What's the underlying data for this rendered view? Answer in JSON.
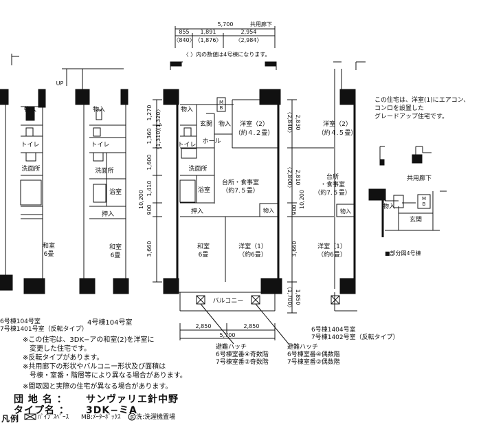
{
  "dims": {
    "top_total": "5,700",
    "top_corridor": "共用廊下",
    "top_a": "855",
    "top_a_alt": "〈840〉",
    "top_b": "1,891",
    "top_b_alt": "〈1,876〉",
    "top_c": "2,954",
    "top_c_alt": "〈2,984〉",
    "bracket_note": "〈 〉内の数値は4号棟になります。",
    "up": "UP",
    "left_1270": "1,270",
    "left_1360": "1,360",
    "left_1310": "〈1,310〉",
    "left_1320": "〈1,320〉",
    "left_1600": "1,600",
    "left_1410": "1,410",
    "left_10200": "10,200",
    "left_900": "900",
    "left_3660": "3,660",
    "right_2830": "2,830",
    "right_2840": "〈2,840〉",
    "right_2810": "2,810",
    "right_2800": "〈2,800〉",
    "right_10200": "10,200",
    "right_900": "900",
    "right_3660": "3,660",
    "right_1700": "〈1,700〉",
    "right_1850": "1,850",
    "bottom_a": "2,850",
    "bottom_b": "2,850",
    "bottom_total": "5,700"
  },
  "rooms": {
    "mono": "物入",
    "toilet": "トイレ",
    "senmen": "洗面所",
    "yokushitsu": "浴室",
    "oshiire": "押入",
    "washitsu": "和室",
    "roku": "6畳",
    "genkan": "玄関",
    "hall": "ホール",
    "mb": "M\nB",
    "youshitsu2": "洋室（2）",
    "about42": "（約４.２畳）",
    "about45": "（約４.５畳）",
    "daidokoro": "台所・食事室",
    "daidokoro2": "台所\n・食事室",
    "about75": "（約7.５畳）",
    "youshitsu1": "洋室（1）",
    "about6": "（約6畳）",
    "balcony": "バルコニー",
    "corridor": "共用廊下",
    "bubun": "■部分図4号棟"
  },
  "captions": {
    "left_plan": "6号棟104号室\n7号棟1401号室（反転タイプ）",
    "plan_104": "4号棟104号室",
    "right_plan": "6号棟1404号室\n7号棟1402号室（反転タイプ）",
    "hatch_left": "避難ハッチ\n6号棟室番④奇数階\n7号棟室番②奇数階",
    "hatch_right": "避難ハッチ\n6号棟室番④偶数階\n7号棟室番②偶数階",
    "grade_up": "この住宅は、洋室(1)にエアコン、\nコンロを設置した\nグレードアップ住宅です。",
    "notes": "※この住宅は、3DK−アの和室(2)を洋室に\n　変更した住宅です。\n※反転タイプがあります。\n※共用廊下の形状やバルコニー形状及び面積は\n　号棟・室番・階層等により異なる場合があります。",
    "diff_note": "※間取図と実際の住宅が異なる場合があります。"
  },
  "info": {
    "danchi_label": "団 地 名 ：",
    "danchi_value": "サンヴァリエ針中野",
    "type_label": "タイプ名 ：",
    "type_value": "3DK−ミA",
    "legend_label": "凡例",
    "legend_ps": "ﾊﾟｲﾌﾟｽﾍﾟｰｽ",
    "legend_mb": "MB:ﾒｰﾀｰﾎﾞｯｸｽ",
    "legend_wash": "洗:洗濯機置場",
    "wash_char": "洗"
  }
}
